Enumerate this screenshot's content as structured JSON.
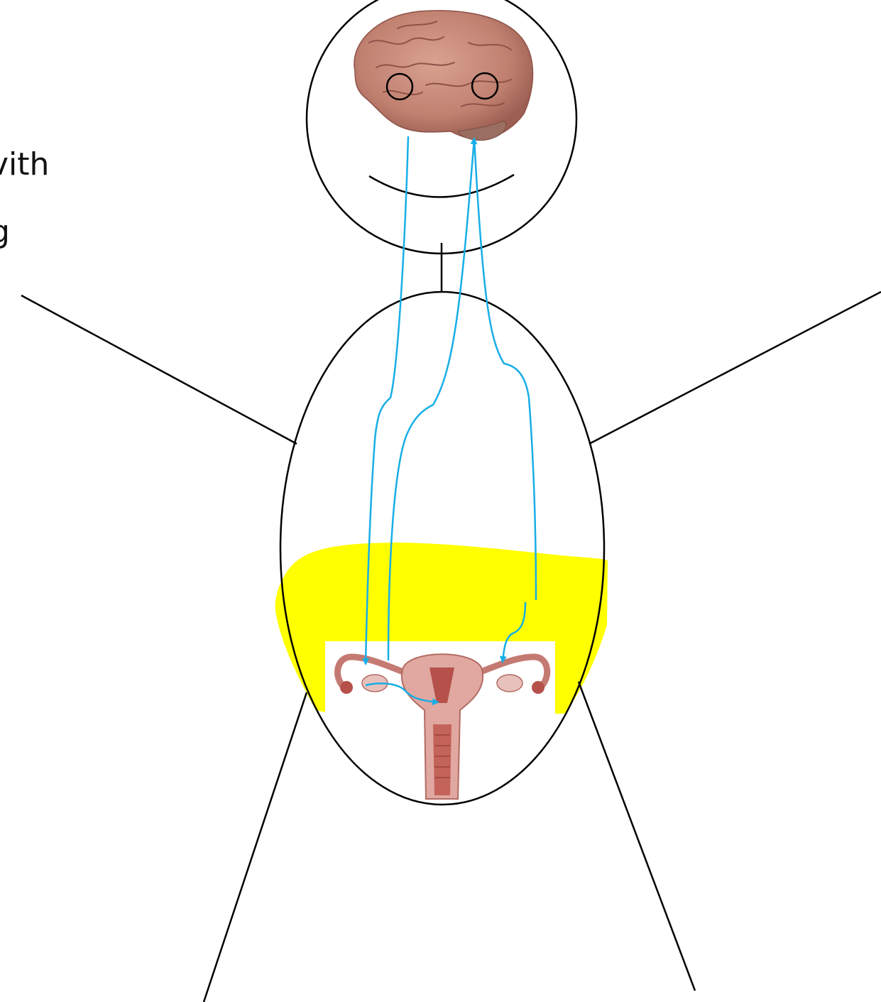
{
  "left_text": {
    "line1": "vith",
    "line2": "g"
  },
  "colors": {
    "outline": "#000000",
    "arrow": "#18aee6",
    "highlight": "#ffff00",
    "brain": "#c98d7c",
    "brain_dark": "#a0655a",
    "uterus": "#e0a8a0",
    "uterus_dark": "#b5514a"
  },
  "icons": {
    "brain": "brain-illustration",
    "reproductive": "uterus-ovaries-illustration"
  }
}
